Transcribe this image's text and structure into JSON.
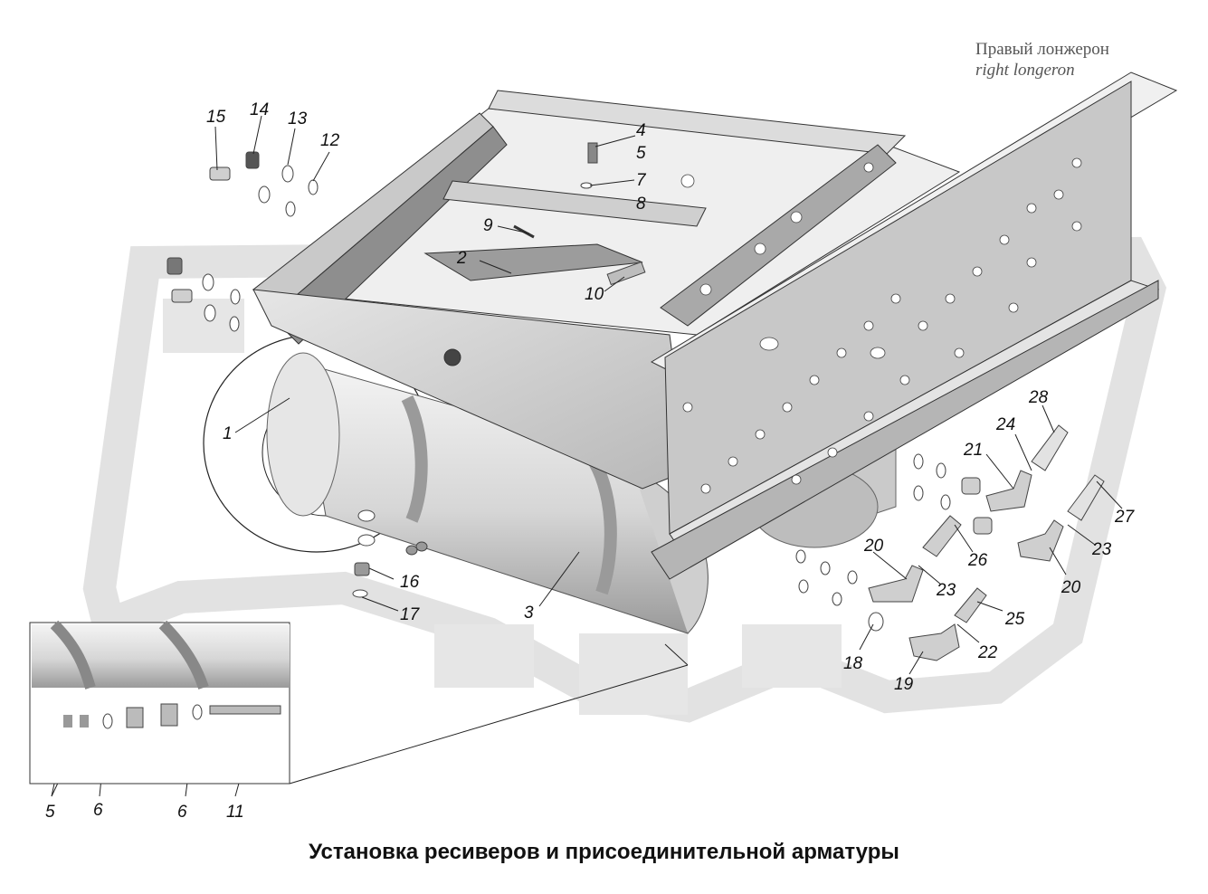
{
  "title": "Установка ресиверов и присоединительной арматуры",
  "longeron_label": {
    "ru": "Правый лонжерон",
    "en": "right longeron"
  },
  "callouts": [
    {
      "id": "c15",
      "text": "15"
    },
    {
      "id": "c14",
      "text": "14"
    },
    {
      "id": "c13",
      "text": "13"
    },
    {
      "id": "c12",
      "text": "12"
    },
    {
      "id": "c4",
      "text": "4"
    },
    {
      "id": "c5a",
      "text": "5"
    },
    {
      "id": "c7",
      "text": "7"
    },
    {
      "id": "c8",
      "text": "8"
    },
    {
      "id": "c9",
      "text": "9"
    },
    {
      "id": "c2",
      "text": "2"
    },
    {
      "id": "c10",
      "text": "10"
    },
    {
      "id": "c1",
      "text": "1"
    },
    {
      "id": "c28",
      "text": "28"
    },
    {
      "id": "c24",
      "text": "24"
    },
    {
      "id": "c21",
      "text": "21"
    },
    {
      "id": "c27",
      "text": "27"
    },
    {
      "id": "c23a",
      "text": "23"
    },
    {
      "id": "c26",
      "text": "26"
    },
    {
      "id": "c20a",
      "text": "20"
    },
    {
      "id": "c20b",
      "text": "20"
    },
    {
      "id": "c23b",
      "text": "23"
    },
    {
      "id": "c25",
      "text": "25"
    },
    {
      "id": "c22",
      "text": "22"
    },
    {
      "id": "c18",
      "text": "18"
    },
    {
      "id": "c19",
      "text": "19"
    },
    {
      "id": "c16",
      "text": "16"
    },
    {
      "id": "c17",
      "text": "17"
    },
    {
      "id": "c3",
      "text": "3"
    },
    {
      "id": "c5b",
      "text": "5"
    },
    {
      "id": "c6a",
      "text": "6"
    },
    {
      "id": "c6b",
      "text": "6"
    },
    {
      "id": "c11",
      "text": "11"
    }
  ],
  "colors": {
    "line": "#222222",
    "metal": "#d9d9d9",
    "metal_dark": "#a6a6a6",
    "watermark": "#e4e4e4",
    "hole": "#ffffff"
  }
}
